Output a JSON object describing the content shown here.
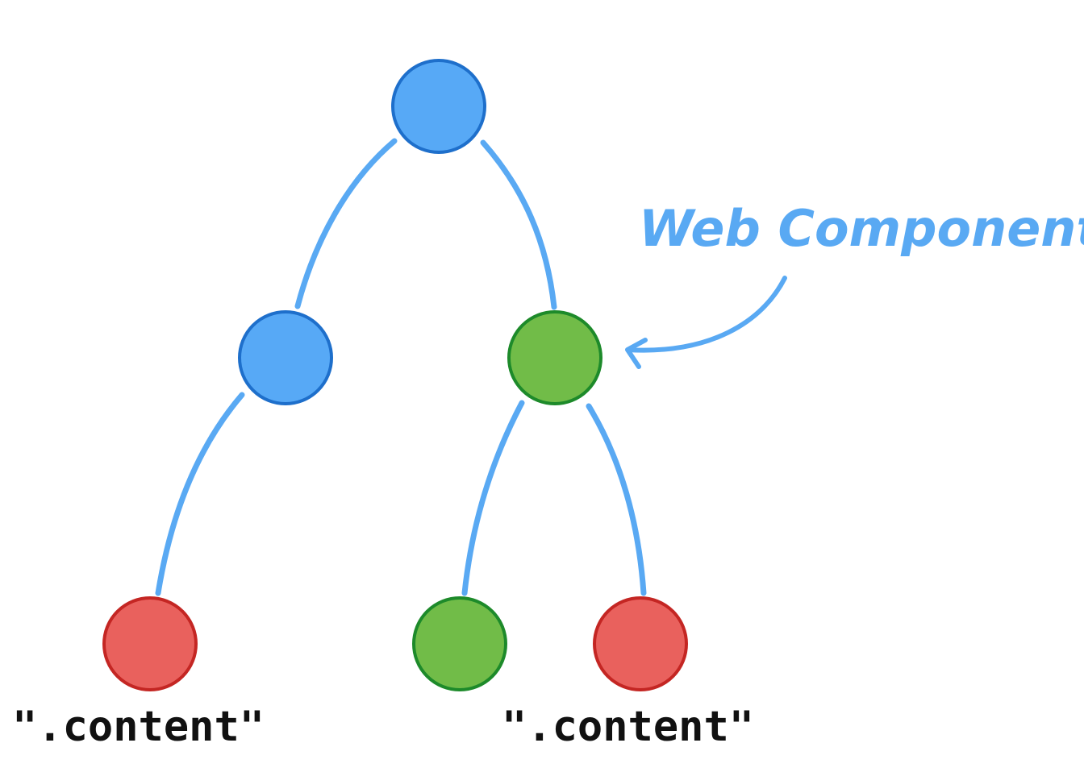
{
  "diagram": {
    "type": "tree",
    "callout": {
      "text": "Web Component",
      "target_node": "mid-right"
    },
    "nodes": [
      {
        "id": "root",
        "kind": "regular"
      },
      {
        "id": "mid-left",
        "kind": "regular"
      },
      {
        "id": "mid-right",
        "kind": "component"
      },
      {
        "id": "leaf-left",
        "kind": "content"
      },
      {
        "id": "leaf-middle",
        "kind": "component"
      },
      {
        "id": "leaf-right",
        "kind": "content"
      }
    ],
    "edges": [
      [
        "root",
        "mid-left"
      ],
      [
        "root",
        "mid-right"
      ],
      [
        "mid-left",
        "leaf-left"
      ],
      [
        "mid-right",
        "leaf-middle"
      ],
      [
        "mid-right",
        "leaf-right"
      ]
    ],
    "labels": {
      "leaf-left": "\".content\"",
      "leaf-right": "\".content\""
    }
  },
  "colors": {
    "edge": "#59a9f3",
    "regular_fill": "#57a9f6",
    "regular_stroke": "#1e6fcb",
    "component_fill": "#71bc48",
    "component_stroke": "#1d8a2a",
    "content_fill": "#e9615d",
    "content_stroke": "#c42623",
    "callout": "#59a9f3"
  }
}
